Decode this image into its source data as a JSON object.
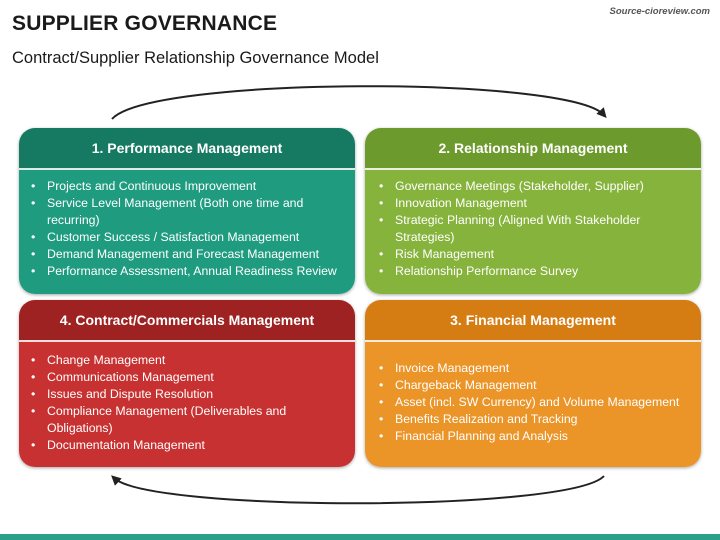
{
  "header": {
    "title": "SUPPLIER GOVERNANCE",
    "subtitle": "Contract/Supplier Relationship Governance Model",
    "source": "Source-cioreview.com"
  },
  "cards": [
    {
      "title": "1. Performance Management",
      "items": [
        "Projects and Continuous Improvement",
        "Service Level Management (Both one time and recurring)",
        "Customer Success / Satisfaction Management",
        "Demand Management and Forecast Management",
        "Performance Assessment, Annual Readiness Review"
      ]
    },
    {
      "title": "2. Relationship Management",
      "items": [
        "Governance Meetings (Stakeholder, Supplier)",
        "Innovation Management",
        "Strategic Planning (Aligned With Stakeholder Strategies)",
        "Risk Management",
        "Relationship Performance Survey"
      ]
    },
    {
      "title": "3. Financial Management",
      "items": [
        "Invoice Management",
        "Chargeback Management",
        "Asset (incl. SW Currency) and Volume Management",
        "Benefits Realization and Tracking",
        "Financial Planning and Analysis"
      ]
    },
    {
      "title": "4. Contract/Commercials Management",
      "items": [
        "Change Management",
        "Communications Management",
        "Issues and Dispute Resolution",
        "Compliance Management (Deliverables and Obligations)",
        "Documentation Management"
      ]
    }
  ],
  "colors": {
    "performance": "#1f9c7f",
    "relationship": "#86b33b",
    "financial": "#eb9428",
    "contract": "#c83131",
    "footer": "#2aa08a"
  }
}
